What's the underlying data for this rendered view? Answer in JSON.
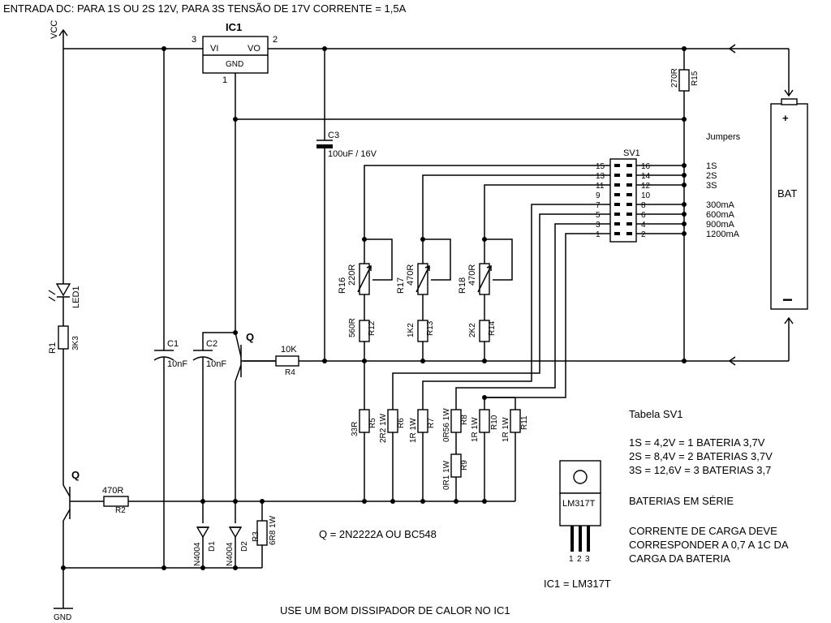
{
  "header": "ENTRADA DC: PARA 1S OU 2S 12V, PARA 3S TENSÃO DE 17V CORRENTE = 1,5A",
  "footer": "USE UM BOM DISSIPADOR DE CALOR NO IC1",
  "rails": {
    "vcc": "VCC",
    "gnd": "GND"
  },
  "ic1": {
    "name": "IC1",
    "vi": "VI",
    "vo": "VO",
    "gnd": "GND",
    "pin_in": "3",
    "pin_out": "2",
    "pin_gnd": "1"
  },
  "c3": {
    "name": "C3",
    "value": "100uF / 16V"
  },
  "c1": {
    "name": "C1",
    "value": "10nF"
  },
  "c2": {
    "name": "C2",
    "value": "10nF"
  },
  "led1": {
    "name": "LED1"
  },
  "r1": {
    "name": "R1",
    "value": "3K3"
  },
  "r2": {
    "name": "R2",
    "value": "470R"
  },
  "r3": {
    "name": "R3",
    "value": "6R8 1W"
  },
  "r4": {
    "name": "R4",
    "value": "10K"
  },
  "r5": {
    "name": "R5",
    "value": "33R"
  },
  "r6": {
    "name": "R6",
    "value": "2R2 1W"
  },
  "r7": {
    "name": "R7",
    "value": "1R 1W"
  },
  "r8": {
    "name": "R8",
    "value": "0R56 1W"
  },
  "r9": {
    "name": "R9",
    "value": "0R1 1W"
  },
  "r10": {
    "name": "R10",
    "value": "1R 1W"
  },
  "r11": {
    "name": "R11",
    "value": "1R 1W"
  },
  "r12": {
    "name": "R12",
    "value": "560R"
  },
  "r13": {
    "name": "R13",
    "value": "1K2"
  },
  "r14": {
    "name": "R14",
    "value": "2K2"
  },
  "r15": {
    "name": "R15",
    "value": "270R"
  },
  "r16": {
    "name": "R16",
    "value": "220R"
  },
  "r17": {
    "name": "R17",
    "value": "470R"
  },
  "r18": {
    "name": "R18",
    "value": "470R"
  },
  "q_top": "Q",
  "q_bottom": "Q",
  "d1": {
    "name": "D1",
    "part": "N4004"
  },
  "d2": {
    "name": "D2",
    "part": "N4004"
  },
  "q_note": "Q = 2N2222A OU BC548",
  "sv1": {
    "name": "SV1",
    "jumpers_label": "Jumpers",
    "left_pins": [
      "15",
      "13",
      "11",
      "9",
      "7",
      "5",
      "3",
      "1"
    ],
    "right_pins": [
      "16",
      "14",
      "12",
      "10",
      "8",
      "6",
      "4",
      "2"
    ],
    "jumper_labels": [
      "1S",
      "2S",
      "3S",
      "300mA",
      "600mA",
      "900mA",
      "1200mA"
    ]
  },
  "battery": {
    "label": "BAT",
    "plus": "+",
    "minus": "−"
  },
  "table": {
    "title": "Tabela SV1",
    "rows": [
      "1S =  4,2V  = 1 BATERIA  3,7V",
      "2S =  8,4V  = 2 BATERIAS 3,7V",
      "3S = 12,6V = 3 BATERIAS 3,7"
    ],
    "note1": "BATERIAS EM SÉRIE",
    "note2": [
      "CORRENTE DE CARGA DEVE",
      "CORRESPONDER A 0,7 A 1C DA",
      "CARGA DA BATERIA"
    ]
  },
  "package": {
    "name": "LM317T",
    "pins": [
      "1",
      "2",
      "3"
    ],
    "caption": "IC1 = LM317T"
  }
}
